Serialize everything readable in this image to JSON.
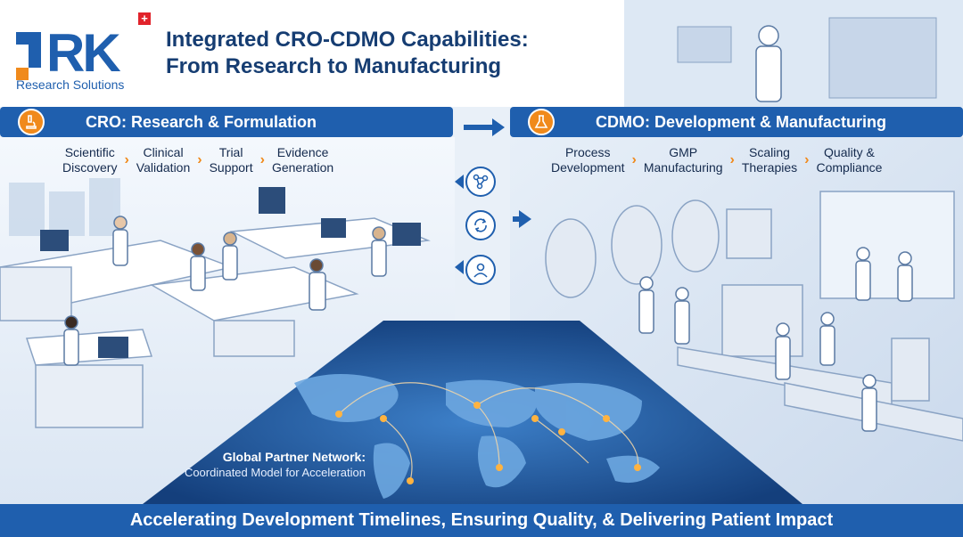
{
  "brand": {
    "logo_text": "RK",
    "subtitle": "Research Solutions",
    "flag_symbol": "+"
  },
  "header": {
    "title_line1": "Integrated CRO-CDMO Capabilities:",
    "title_line2": "From Research to Manufacturing"
  },
  "cro": {
    "title": "CRO: Research & Formulation",
    "icon": "microscope-icon",
    "steps": [
      {
        "line1": "Scientific",
        "line2": "Discovery"
      },
      {
        "line1": "Clinical",
        "line2": "Validation"
      },
      {
        "line1": "Trial",
        "line2": "Support"
      },
      {
        "line1": "Evidence",
        "line2": "Generation"
      }
    ]
  },
  "cdmo": {
    "title": "CDMO: Development & Manufacturing",
    "icon": "flask-icon",
    "steps": [
      {
        "line1": "Process",
        "line2": "Development"
      },
      {
        "line1": "GMP",
        "line2": "Manufacturing"
      },
      {
        "line1": "Scaling",
        "line2": "Therapies"
      },
      {
        "line1": "Quality &",
        "line2": "Compliance"
      }
    ]
  },
  "middle_icons": [
    "molecule-icon",
    "cycle-icon",
    "person-icon"
  ],
  "network": {
    "title": "Global Partner Network:",
    "subtitle": "Coordinated Model for Acceleration"
  },
  "footer": {
    "tagline": "Accelerating Development Timelines, Ensuring Quality, & Delivering Patient Impact"
  },
  "colors": {
    "brand_blue": "#1f5fae",
    "accent_orange": "#f08a1c",
    "navy": "#163d72",
    "map_blue": "#2f6db8"
  }
}
